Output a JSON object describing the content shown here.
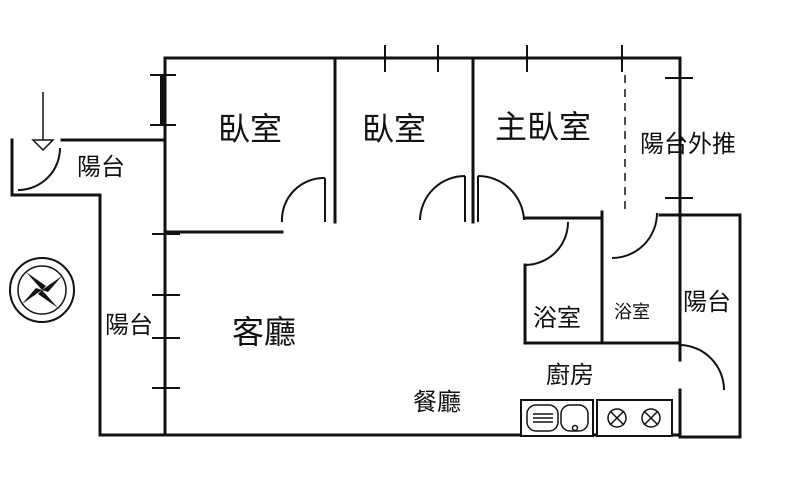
{
  "rooms": {
    "bedroom_1": "臥室",
    "bedroom_2": "臥室",
    "master_bedroom": "主臥室",
    "balcony_extended": "陽台外推",
    "balcony_west": "陽台",
    "balcony_left": "陽台",
    "balcony_right": "陽台",
    "living_room": "客廳",
    "dining_room": "餐廳",
    "kitchen": "廚房",
    "bathroom_1": "浴室",
    "bathroom_2": "浴室"
  },
  "icons": {
    "compass": "compass-icon",
    "entrance": "entrance-arrow-icon",
    "sink": "sink-icon",
    "stove": "stove-icon"
  },
  "colors": {
    "wall": "#111111",
    "background": "#ffffff"
  }
}
